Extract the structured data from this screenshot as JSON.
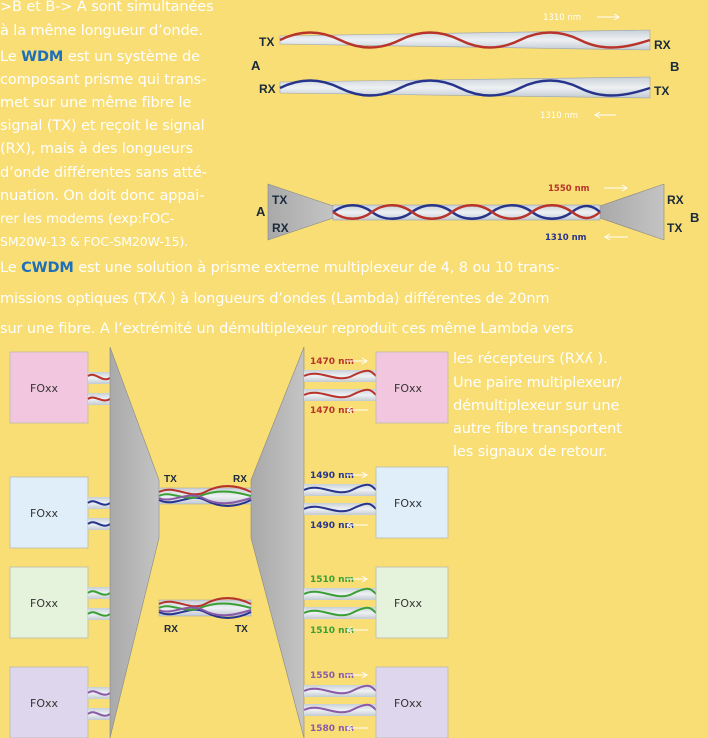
{
  "text": {
    "p1": [
      ">B et B-> A sont  simultanées",
      "à la même longueur d’onde."
    ],
    "wdm_prefix": "Le ",
    "wdm_term": "WDM",
    "wdm_rest": " est un système de",
    "p2": [
      "composant prisme qui  trans-",
      "met sur une même fibre le",
      "signal (TX) et reçoit le signal",
      "(RX), mais à des longueurs",
      "d’onde différentes sans atté-",
      "nuation. On doit donc appai-",
      "rer  les  modems  (exp:FOC-",
      "SM20W-13 & FOC-SM20W-15)."
    ],
    "cwdm_prefix": "Le ",
    "cwdm_term": "CWDM",
    "cwdm_rest": " est une solution à prisme externe multiplexeur de 4, 8 ou 10 trans-",
    "p3": [
      "missions optiques (TXʎ ) à longueurs d’ondes (Lambda) différentes de 20nm",
      "sur une fibre. A l’extrémité un démultiplexeur reproduit ces même Lambda vers"
    ],
    "p4": [
      "les  récepteurs  (RXʎ ).",
      "Une paire multiplexeur/",
      "démultiplexeur sur une",
      "autre fibre transportent",
      "les signaux de retour."
    ]
  },
  "diagram1": {
    "wl_top": "1310 nm",
    "wl_bottom": "1310 nm",
    "left_top": "TX",
    "left_bottom": "RX",
    "right_top": "RX",
    "right_bottom": "TX",
    "end_a": "A",
    "end_b": "B"
  },
  "diagram2": {
    "wl_top": "1550 nm",
    "wl_bottom": "1310 nm",
    "left_top": "TX",
    "left_bottom": "RX",
    "right_top": "RX",
    "right_bottom": "TX",
    "end_a": "A",
    "end_b": "B"
  },
  "diagram3": {
    "module_label": "FOxx",
    "tx_top": "TX",
    "rx_top": "RX",
    "rx_bottom": "RX",
    "tx_bottom": "TX",
    "wavelengths": [
      "1470 nm",
      "1470 nm",
      "1490 nm",
      "1490 nm",
      "1510 nm",
      "1510 nm",
      "1550 nm",
      "1580 nm"
    ],
    "colors": {
      "red": "#b8332a",
      "blue": "#27348b",
      "green": "#3aa035",
      "purple": "#8a5aa8",
      "prism": "#b5b5b5",
      "pink_box": "#f3c6df",
      "blue_box": "#dfeef8",
      "green_box": "#e6f3dc",
      "purple_box": "#ddd6ec"
    }
  }
}
